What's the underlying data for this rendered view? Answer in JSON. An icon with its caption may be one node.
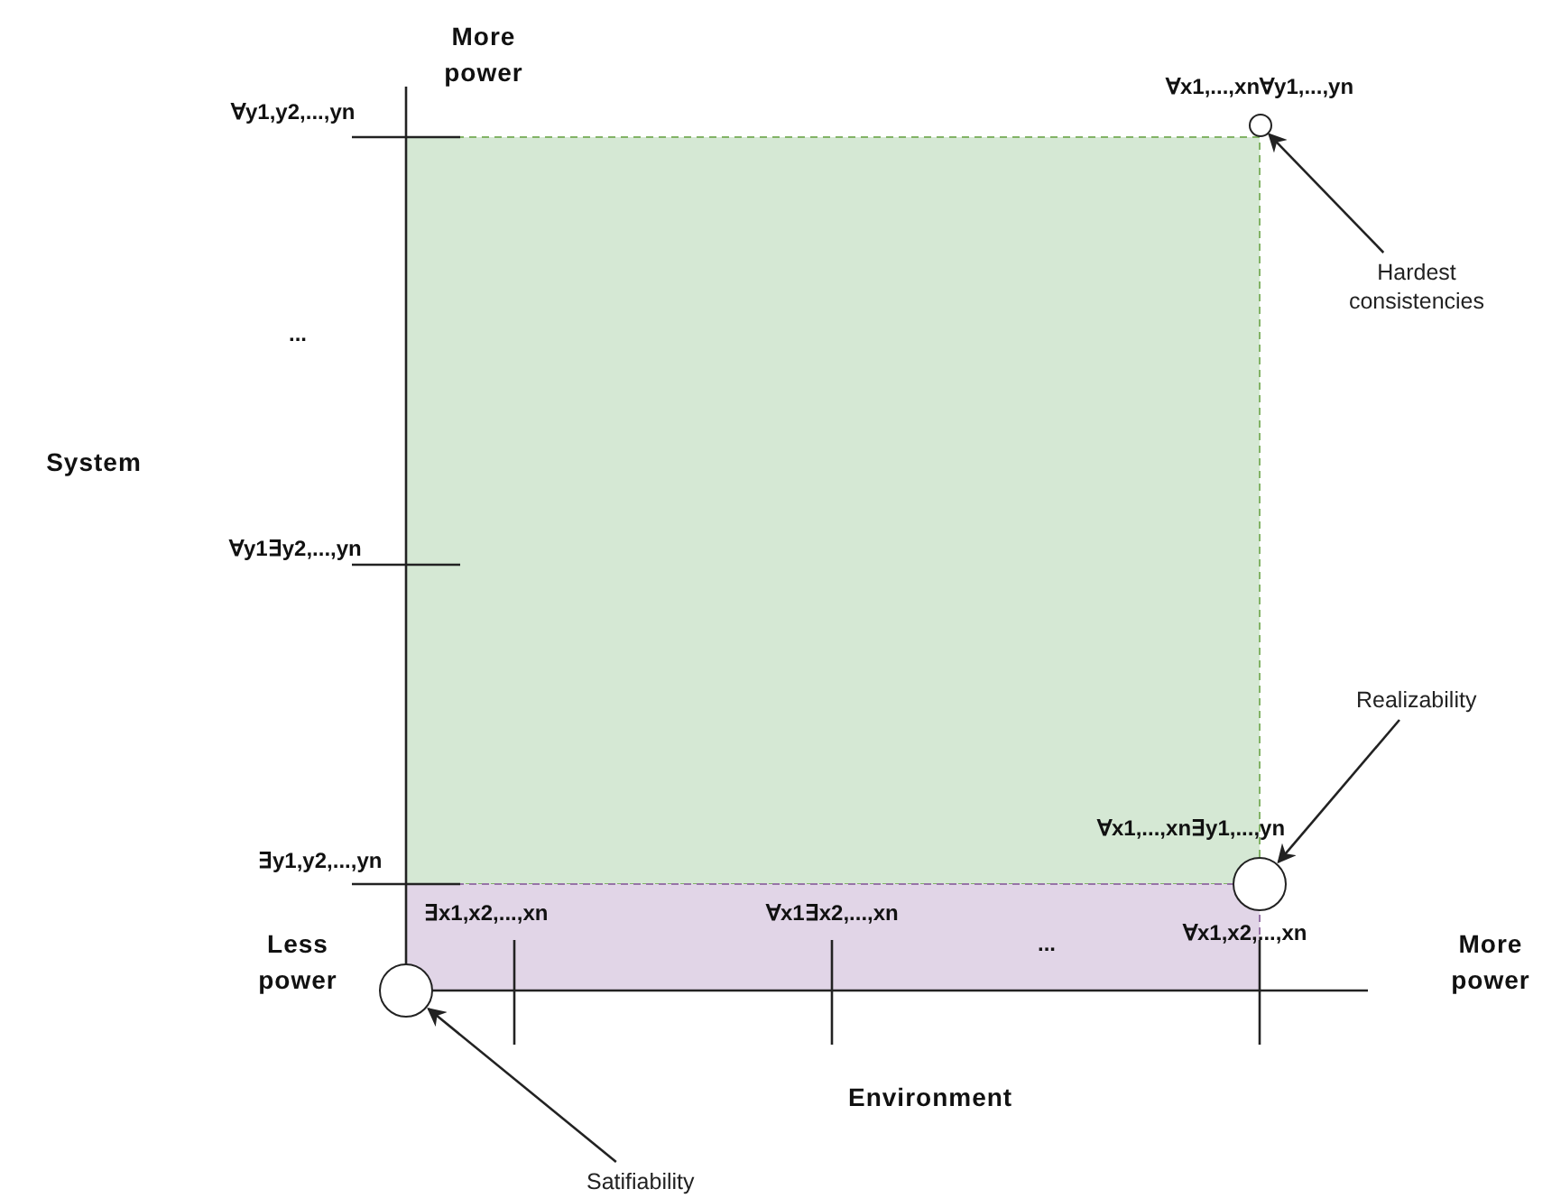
{
  "diagram": {
    "nodes": [
      {
        "text": [
          "Hardest consistencies"
        ]
      },
      {
        "text": [],
        "shape": "circle",
        "beside": [
          "∀x1,...,xn∀y1,...,yn"
        ]
      },
      {
        "text": [
          "Realizability"
        ]
      },
      {
        "text": [],
        "shape": "circle",
        "beside": [
          "∀x1,...,xn∃y1,...,yn"
        ]
      },
      {
        "text": [
          "Satifiability"
        ]
      },
      {
        "text": [],
        "shape": "circle"
      }
    ],
    "edges": [
      {
        "from": 0,
        "to": 1,
        "arrow": "to"
      },
      {
        "from": 2,
        "to": 3,
        "arrow": "to"
      },
      {
        "from": 4,
        "to": 5,
        "arrow": "to"
      }
    ],
    "labels": [
      "More power",
      "∀y1,y2,...,yn",
      "...",
      "System",
      "∀y1∃y2,...,yn",
      "∃y1,y2,...,yn",
      "∃x1,x2,...,xn",
      "∀x1∃x2,...,xn",
      "∀x1,x2,...,xn",
      "Less power",
      "...",
      "More power",
      "Environment"
    ]
  }
}
